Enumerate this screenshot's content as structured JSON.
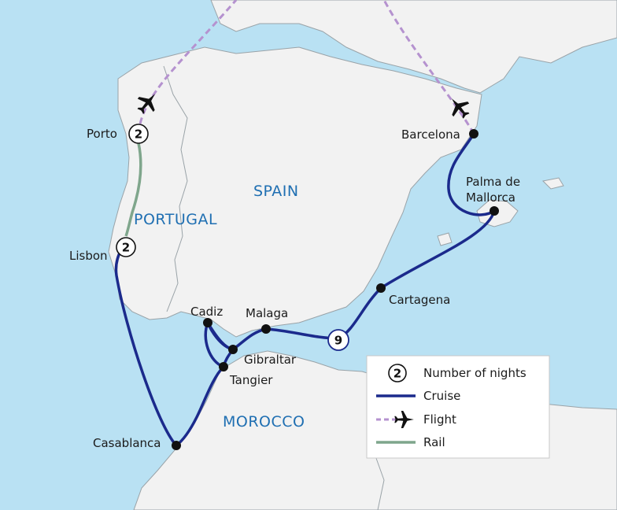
{
  "colors": {
    "sea": "#b9e1f3",
    "land": "#f2f2f2",
    "border": "#9aa3a8",
    "cruise": "#1b2a8c",
    "flight": "#b592cf",
    "rail": "#7fa68c",
    "country_label": "#1f6fb2"
  },
  "countries": {
    "spain": "SPAIN",
    "portugal": "PORTUGAL",
    "morocco": "MOROCCO"
  },
  "places": {
    "porto": "Porto",
    "lisbon": "Lisbon",
    "barcelona": "Barcelona",
    "palma": [
      "Palma de",
      "Mallorca"
    ],
    "cartagena": "Cartagena",
    "malaga": "Malaga",
    "cadiz": "Cadiz",
    "gibraltar": "Gibraltar",
    "tangier": "Tangier",
    "casablanca": "Casablanca"
  },
  "nights": {
    "porto": "2",
    "lisbon": "2",
    "cruise": "9"
  },
  "legend": {
    "nights_badge": "2",
    "nights_label": "Number of nights",
    "cruise_label": "Cruise",
    "flight_label": "Flight",
    "rail_label": "Rail"
  },
  "icons": {
    "plane": "plane-icon"
  }
}
